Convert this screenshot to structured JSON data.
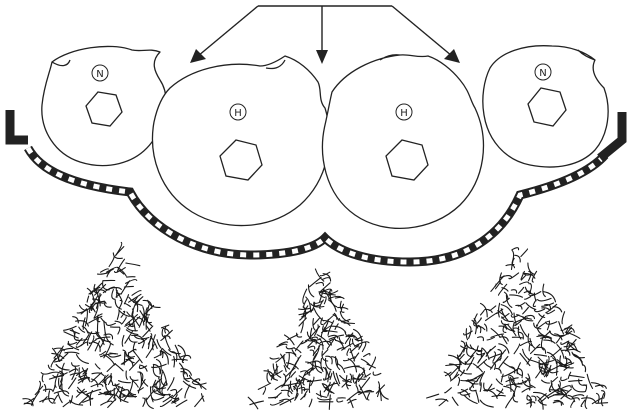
{
  "rotors": [
    {
      "id": "rotor-1",
      "badge": "N"
    },
    {
      "id": "rotor-2",
      "badge": "H"
    },
    {
      "id": "rotor-3",
      "badge": "H"
    },
    {
      "id": "rotor-4",
      "badge": "N"
    }
  ],
  "feed_arrows": {
    "count": 3
  },
  "output_piles": {
    "count": 3
  }
}
